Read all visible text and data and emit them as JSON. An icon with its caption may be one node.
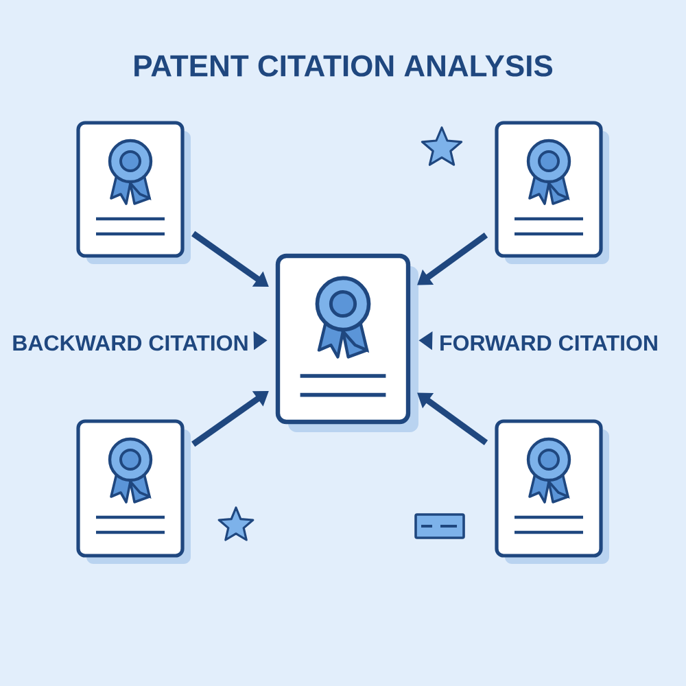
{
  "diagram": {
    "title": "PATENT CITATION ANALYSIS",
    "nodes": [
      {
        "text": [],
        "shape": "document"
      },
      {
        "text": [],
        "shape": "document"
      },
      {
        "text": [
          "BACKWARD CITATION"
        ]
      },
      {
        "text": [],
        "shape": "document"
      },
      {
        "text": [
          "FORWARD CITATION"
        ]
      },
      {
        "text": [],
        "shape": "document"
      },
      {
        "text": [],
        "shape": "document"
      }
    ],
    "edges": [
      {
        "from": 0,
        "to": 3,
        "arrow": "to"
      },
      {
        "from": 1,
        "to": 3,
        "arrow": "to"
      },
      {
        "from": 2,
        "to": 3,
        "arrow": "to"
      },
      {
        "from": 4,
        "to": 3,
        "arrow": "to"
      },
      {
        "from": 5,
        "to": 3,
        "arrow": "to"
      },
      {
        "from": 6,
        "to": 3,
        "arrow": "to"
      }
    ]
  }
}
